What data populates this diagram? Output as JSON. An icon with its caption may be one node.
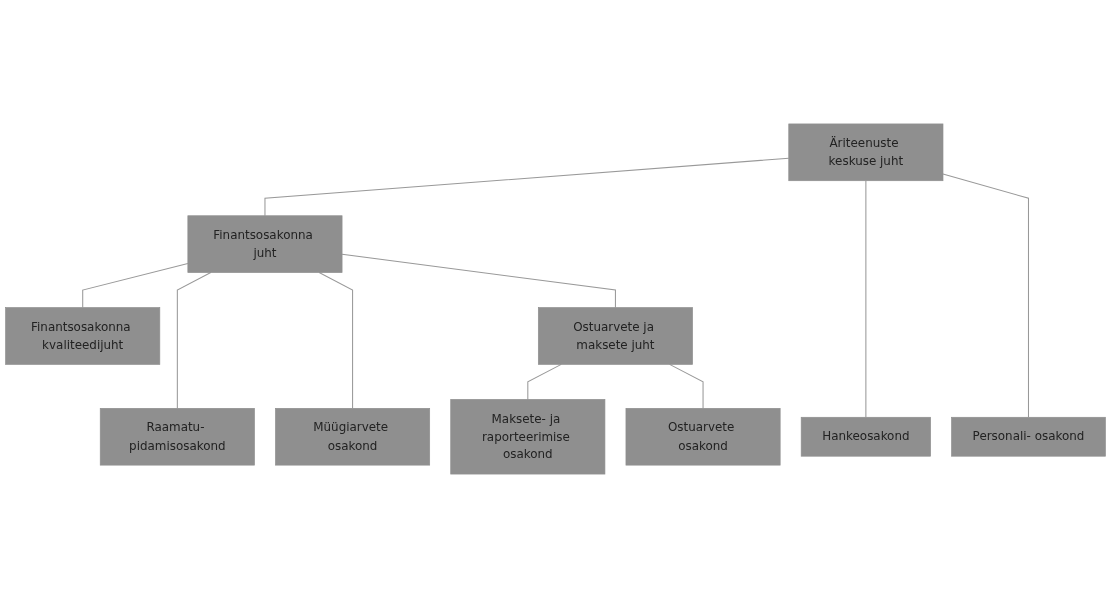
{
  "diagram": {
    "nodes": [
      {
        "text": [
          "Äriteenuste keskuse juht"
        ]
      },
      {
        "text": [
          "Finantsosakonna kvaliteedijuht"
        ]
      },
      {
        "text": [
          "Finantsosakonna juht"
        ]
      },
      {
        "text": [
          "Ostuarvete ja maksete juht"
        ]
      },
      {
        "text": [
          "Raamatu- pidamisosakond"
        ]
      },
      {
        "text": [
          "Müügiarvete osakond"
        ]
      },
      {
        "text": [
          "Maksete- ja raporteerimise osakond"
        ]
      },
      {
        "text": [
          "Ostuarvete osakond"
        ]
      },
      {
        "text": [
          "Hankeosakond"
        ]
      },
      {
        "text": [
          "Personali- osakond"
        ]
      }
    ],
    "edges": [
      {
        "from": 0,
        "to": 2,
        "arrow": "none"
      },
      {
        "from": 0,
        "to": 8,
        "arrow": "none"
      },
      {
        "from": 0,
        "to": 9,
        "arrow": "none"
      },
      {
        "from": 1,
        "to": 2,
        "arrow": "none"
      },
      {
        "from": 2,
        "to": 4,
        "arrow": "none"
      },
      {
        "from": 2,
        "to": 5,
        "arrow": "none"
      },
      {
        "from": 2,
        "to": 3,
        "arrow": "none"
      },
      {
        "from": 3,
        "to": 6,
        "arrow": "none"
      },
      {
        "from": 3,
        "to": 7,
        "arrow": "none"
      }
    ]
  }
}
